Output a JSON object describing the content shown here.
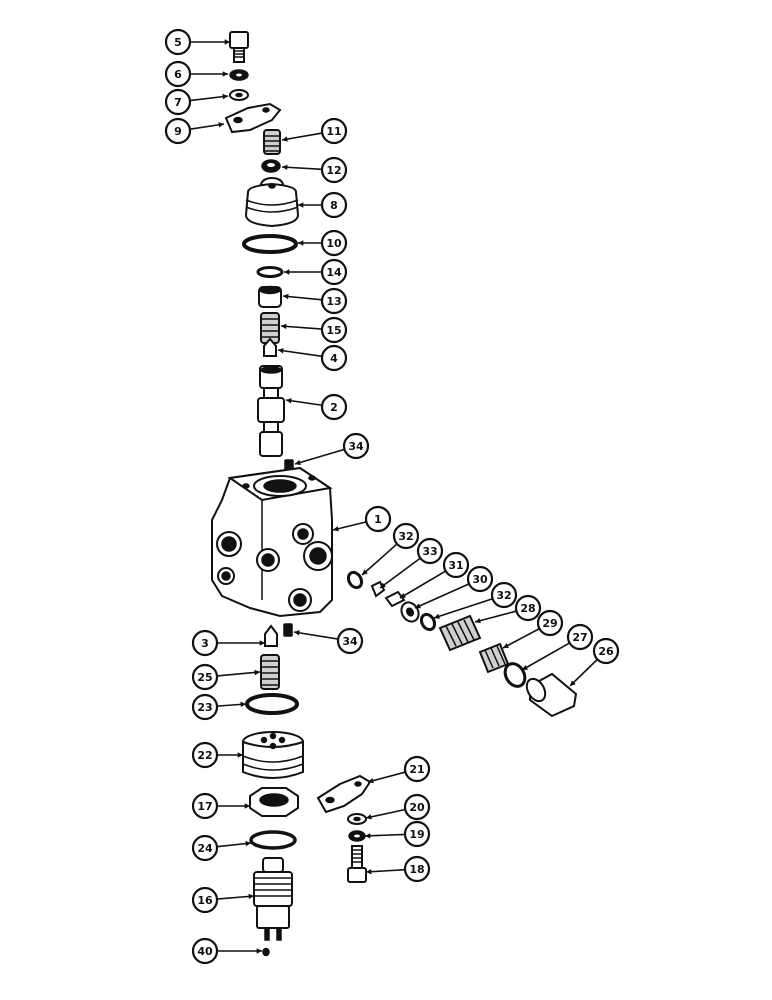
{
  "callouts": [
    {
      "label": "5"
    },
    {
      "label": "6"
    },
    {
      "label": "7"
    },
    {
      "label": "9"
    },
    {
      "label": "11"
    },
    {
      "label": "12"
    },
    {
      "label": "8"
    },
    {
      "label": "10"
    },
    {
      "label": "14"
    },
    {
      "label": "13"
    },
    {
      "label": "15"
    },
    {
      "label": "4"
    },
    {
      "label": "2"
    },
    {
      "label": "34"
    },
    {
      "label": "1"
    },
    {
      "label": "32"
    },
    {
      "label": "33"
    },
    {
      "label": "31"
    },
    {
      "label": "30"
    },
    {
      "label": "32"
    },
    {
      "label": "28"
    },
    {
      "label": "29"
    },
    {
      "label": "27"
    },
    {
      "label": "26"
    },
    {
      "label": "3"
    },
    {
      "label": "34"
    },
    {
      "label": "25"
    },
    {
      "label": "23"
    },
    {
      "label": "22"
    },
    {
      "label": "21"
    },
    {
      "label": "17"
    },
    {
      "label": "20"
    },
    {
      "label": "19"
    },
    {
      "label": "24"
    },
    {
      "label": "18"
    },
    {
      "label": "16"
    },
    {
      "label": "40"
    }
  ]
}
